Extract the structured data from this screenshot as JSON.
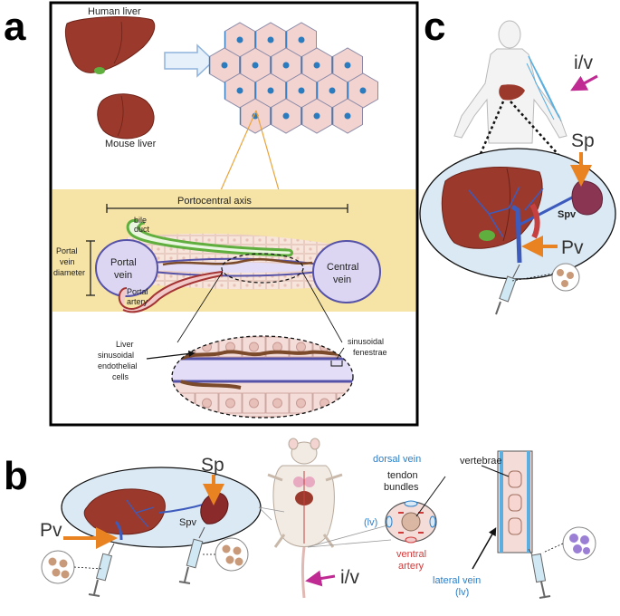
{
  "panels": {
    "a": "a",
    "b": "b",
    "c": "c"
  },
  "panel_a": {
    "human_liver": "Human liver",
    "mouse_liver": "Mouse liver",
    "portocentral_axis": "Portocentral axis",
    "bile_duct_line1": "bile",
    "bile_duct_line2": "duct",
    "portal_vein_diameter_1": "Portal",
    "portal_vein_diameter_2": "vein",
    "portal_vein_diameter_3": "diameter",
    "portal_vein_1": "Portal",
    "portal_vein_2": "vein",
    "central_vein_1": "Central",
    "central_vein_2": "vein",
    "portal_artery_1": "Portal",
    "portal_artery_2": "artery",
    "lsec_1": "Liver",
    "lsec_2": "sinusoidal",
    "lsec_3": "endothelial",
    "lsec_4": "cells",
    "fenestrae_1": "sinusoidal",
    "fenestrae_2": "fenestrae"
  },
  "panel_b": {
    "sp": "Sp",
    "pv": "Pv",
    "spv": "Spv",
    "iv": "i/v",
    "dorsal_vein": "dorsal vein",
    "tendon_1": "tendon",
    "tendon_2": "bundles",
    "lv_left": "(lv)",
    "ventral_1": "ventral",
    "ventral_2": "artery",
    "vertebrae": "vertebrae",
    "lateral_vein_1": "lateral vein",
    "lateral_vein_2": "(lv)"
  },
  "panel_c": {
    "iv": "i/v",
    "sp": "Sp",
    "spv": "Spv",
    "pv": "Pv"
  },
  "colors": {
    "liver": "#9b3a2c",
    "liver_dark": "#7a2a1f",
    "cell_fill": "#f3d3d0",
    "cell_stroke": "#8a8aa8",
    "nucleus": "#2b7bbf",
    "zone_bg": "#f6e3a6",
    "vein_fill": "#dcd6f3",
    "vein_stroke": "#5552a8",
    "bile_green": "#5fae3e",
    "artery_fill": "#f2c9c9",
    "artery_stroke": "#a43434",
    "vessel_blue": "#3c5bbd",
    "ellipse_fill": "#dbe9f4",
    "arrow_orange": "#e98322",
    "arrow_magenta": "#c02a93",
    "label_blue": "#2a7fc9",
    "label_red": "#d23a3a"
  }
}
